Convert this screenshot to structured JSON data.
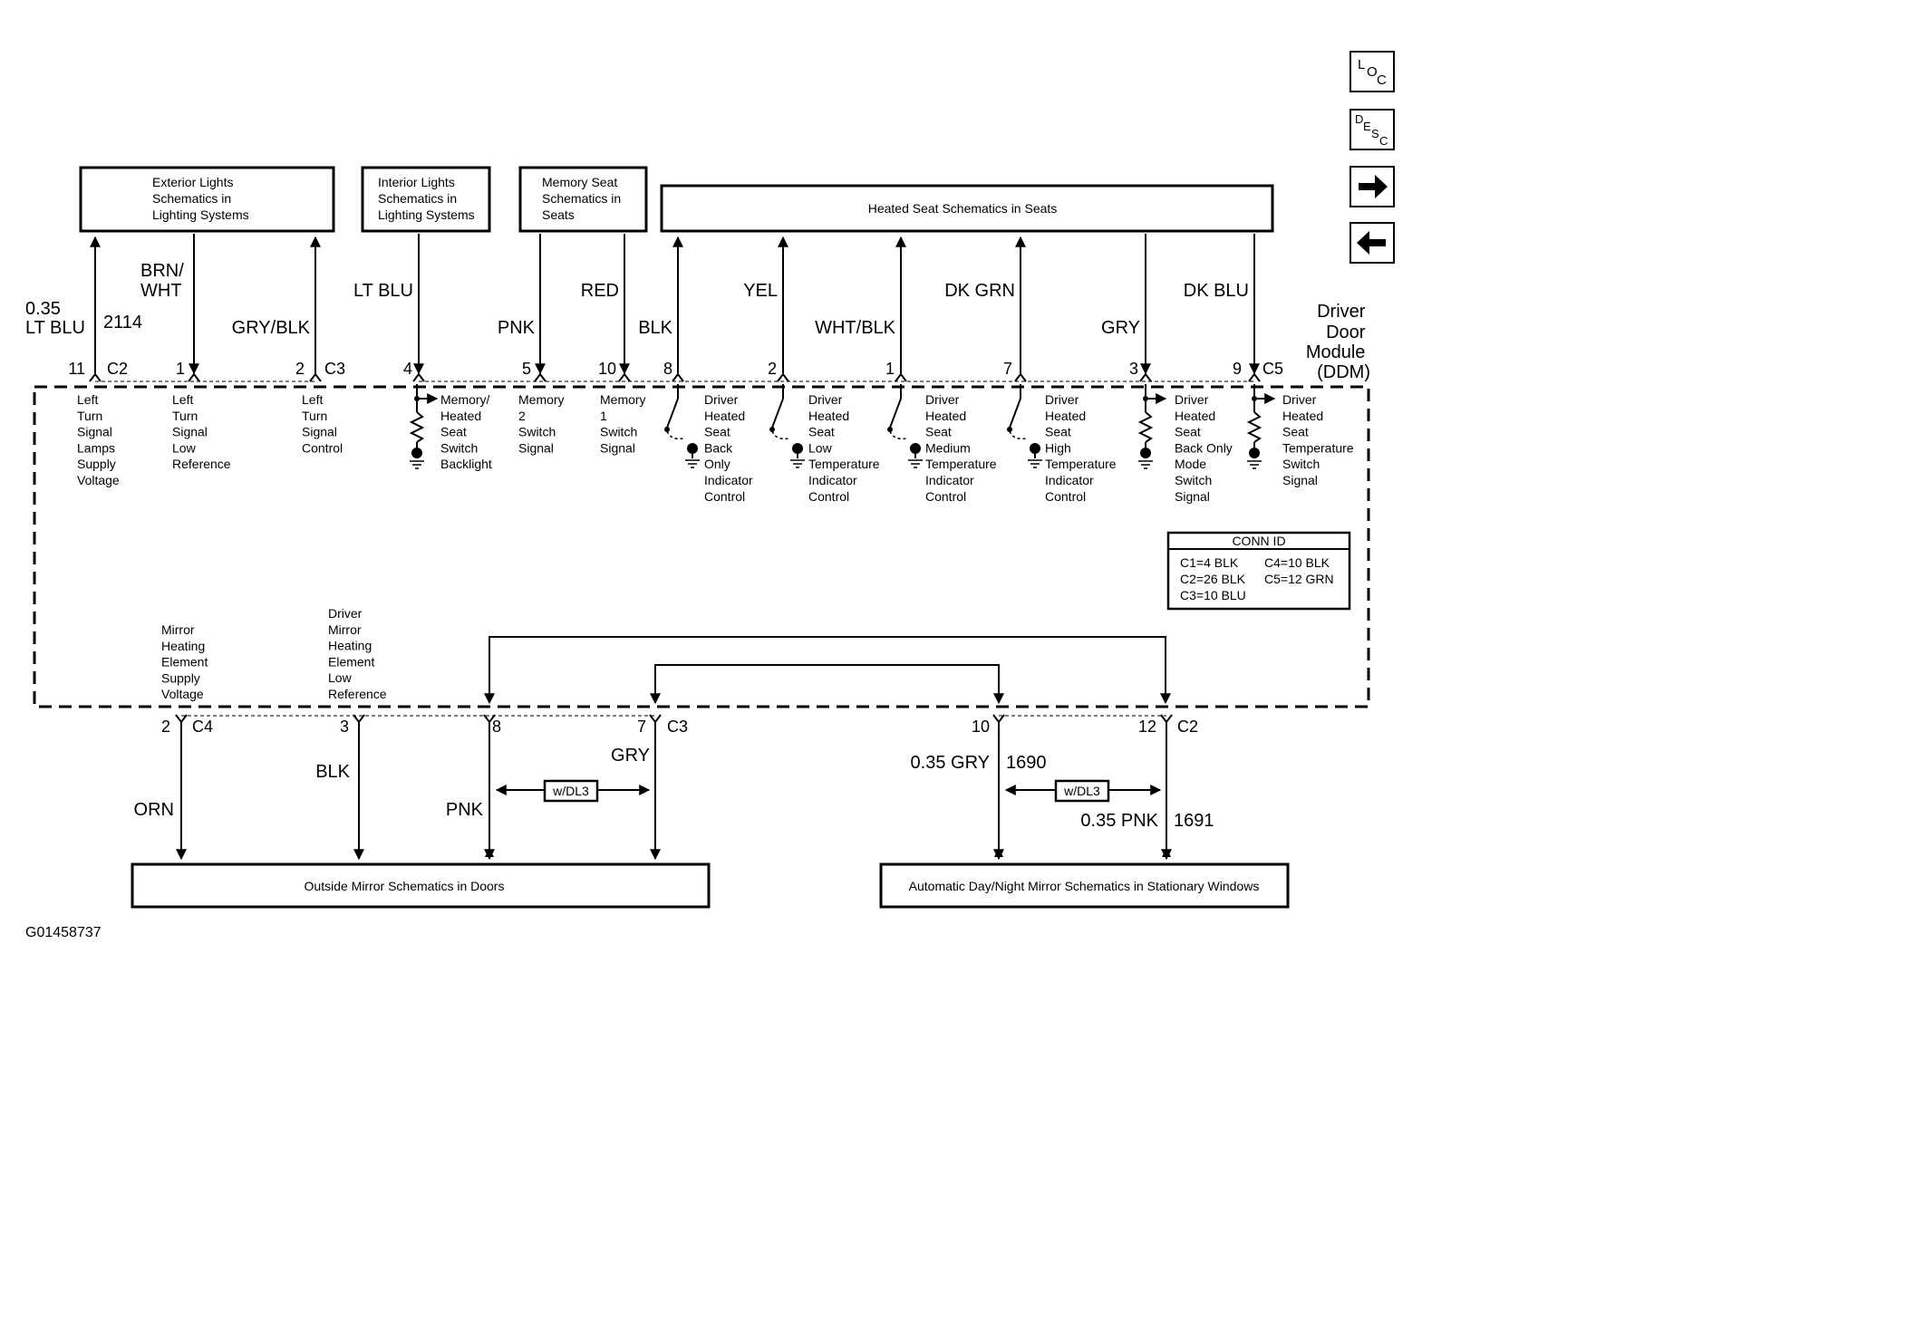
{
  "module": {
    "lines": [
      "Driver",
      "Door",
      "Module",
      "(DDM)"
    ]
  },
  "top_boxes": [
    {
      "id": "ext",
      "lines": [
        "Exterior Lights",
        "Schematics in",
        "Lighting Systems"
      ]
    },
    {
      "id": "int",
      "lines": [
        "Interior Lights",
        "Schematics in",
        "Lighting Systems"
      ]
    },
    {
      "id": "mem",
      "lines": [
        "Memory Seat",
        "Schematics in",
        "Seats"
      ]
    },
    {
      "id": "heat",
      "lines": [
        "Heated Seat Schematics in Seats"
      ]
    }
  ],
  "bottom_boxes": [
    {
      "id": "mirror",
      "lines": [
        "Outside Mirror Schematics in Doors"
      ]
    },
    {
      "id": "autodim",
      "lines": [
        "Automatic Day/Night Mirror Schematics in Stationary Windows"
      ]
    }
  ],
  "top_pins": [
    {
      "pin": "11",
      "connector": "C2",
      "wire": [
        "0.35",
        "LT BLU"
      ],
      "circuit": "2114",
      "dir": "up",
      "desc": [
        "Left",
        "Turn",
        "Signal",
        "Lamps",
        "Supply",
        "Voltage"
      ]
    },
    {
      "pin": "1",
      "connector": "",
      "wire": [
        "BRN/",
        "WHT"
      ],
      "circuit": "",
      "dir": "down",
      "desc": [
        "Left",
        "Turn",
        "Signal",
        "Low",
        "Reference"
      ]
    },
    {
      "pin": "2",
      "connector": "C3",
      "wire": [
        "GRY/BLK"
      ],
      "circuit": "",
      "dir": "up",
      "desc": [
        "Left",
        "Turn",
        "Signal",
        "Control"
      ]
    },
    {
      "pin": "4",
      "connector": "",
      "wire": [
        "LT BLU"
      ],
      "circuit": "",
      "dir": "down",
      "desc": [
        "Memory/",
        "Heated",
        "Seat",
        "Switch",
        "Backlight"
      ]
    },
    {
      "pin": "5",
      "connector": "",
      "wire": [
        "PNK"
      ],
      "circuit": "",
      "dir": "down",
      "desc": [
        "Memory",
        "2",
        "Switch",
        "Signal"
      ]
    },
    {
      "pin": "10",
      "connector": "",
      "wire": [
        "RED"
      ],
      "circuit": "",
      "dir": "down",
      "desc": [
        "Memory",
        "1",
        "Switch",
        "Signal"
      ]
    },
    {
      "pin": "8",
      "connector": "",
      "wire": [
        "BLK"
      ],
      "circuit": "",
      "dir": "up",
      "desc": [
        "Driver",
        "Heated",
        "Seat",
        "Back",
        "Only",
        "Indicator",
        "Control"
      ]
    },
    {
      "pin": "2",
      "connector": "",
      "wire": [
        "YEL"
      ],
      "circuit": "",
      "dir": "up",
      "desc": [
        "Driver",
        "Heated",
        "Seat",
        "Low",
        "Temperature",
        "Indicator",
        "Control"
      ]
    },
    {
      "pin": "1",
      "connector": "",
      "wire": [
        "WHT/BLK"
      ],
      "circuit": "",
      "dir": "up",
      "desc": [
        "Driver",
        "Heated",
        "Seat",
        "Medium",
        "Temperature",
        "Indicator",
        "Control"
      ]
    },
    {
      "pin": "7",
      "connector": "",
      "wire": [
        "DK GRN"
      ],
      "circuit": "",
      "dir": "up",
      "desc": [
        "Driver",
        "Heated",
        "Seat",
        "High",
        "Temperature",
        "Indicator",
        "Control"
      ]
    },
    {
      "pin": "3",
      "connector": "",
      "wire": [
        "GRY"
      ],
      "circuit": "",
      "dir": "down",
      "desc": [
        "Driver",
        "Heated",
        "Seat",
        "Back Only",
        "Mode",
        "Switch",
        "Signal"
      ]
    },
    {
      "pin": "9",
      "connector": "C5",
      "wire": [
        "DK BLU"
      ],
      "circuit": "",
      "dir": "down",
      "desc": [
        "Driver",
        "Heated",
        "Seat",
        "Temperature",
        "Switch",
        "Signal"
      ]
    }
  ],
  "bottom_pins": [
    {
      "pin": "2",
      "connector": "C4",
      "wire": [
        "ORN"
      ],
      "circuit": "",
      "dir": "down",
      "desc": [
        "Mirror",
        "Heating",
        "Element",
        "Supply",
        "Voltage"
      ]
    },
    {
      "pin": "3",
      "connector": "",
      "wire": [
        "BLK"
      ],
      "circuit": "",
      "dir": "down",
      "desc": [
        "Driver",
        "Mirror",
        "Heating",
        "Element",
        "Low",
        "Reference"
      ]
    },
    {
      "pin": "8",
      "connector": "",
      "wire": [
        "PNK"
      ],
      "circuit": "",
      "dir": "up",
      "desc": []
    },
    {
      "pin": "7",
      "connector": "C3",
      "wire": [
        "GRY"
      ],
      "circuit": "",
      "dir": "down",
      "desc": []
    },
    {
      "pin": "10",
      "connector": "",
      "wire": [
        "0.35 GRY"
      ],
      "circuit": "1690",
      "dir": "up",
      "desc": []
    },
    {
      "pin": "12",
      "connector": "C2",
      "wire": [
        "0.35 PNK"
      ],
      "circuit": "1691",
      "dir": "up",
      "desc": []
    }
  ],
  "option_tags": [
    {
      "text": "w/DL3"
    },
    {
      "text": "w/DL3"
    }
  ],
  "conn_id": {
    "title": "CONN ID",
    "entries": [
      "C1=4 BLK",
      "C4=10 BLK",
      "C2=26 BLK",
      "C5=12 GRN",
      "C3=10 BLU"
    ]
  },
  "figure_id": "G01458737",
  "nav": {
    "loc": [
      "L",
      "O",
      "C"
    ],
    "desc": [
      "D",
      "E",
      "S",
      "C"
    ]
  }
}
